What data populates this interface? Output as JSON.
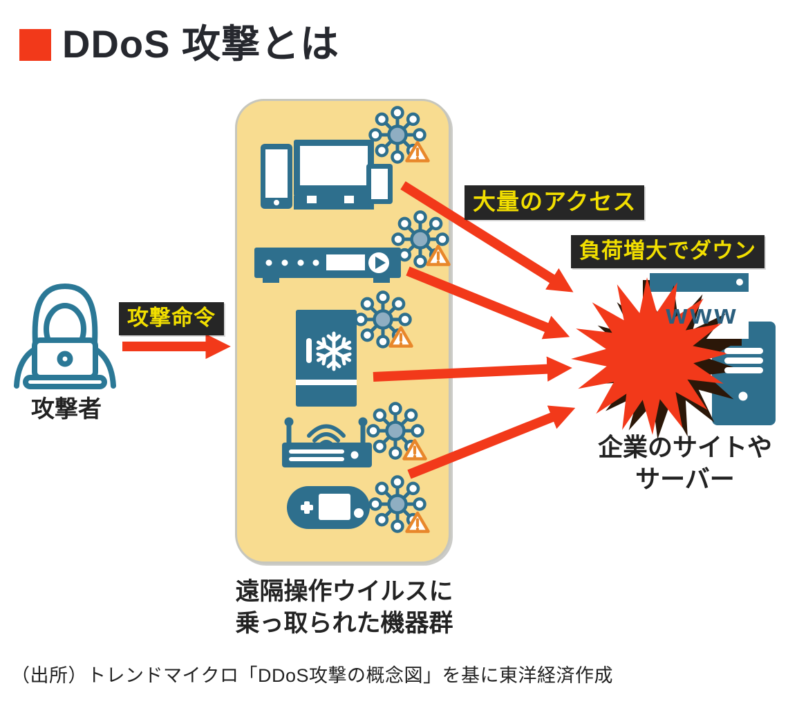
{
  "title": {
    "text": "DDoS 攻撃とは"
  },
  "attacker": {
    "label": "攻撃者",
    "icon": "hooded-hacker-laptop-icon"
  },
  "labels": {
    "command": "攻撃命令",
    "mass_access": "大量のアクセス",
    "overload_down": "負荷増大でダウン"
  },
  "panel": {
    "caption_line1": "遠隔操作ウイルスに",
    "caption_line2": "乗っ取られた機器群",
    "device_icons": [
      "desktop-monitors-icon",
      "media-player-icon",
      "refrigerator-icon",
      "wifi-router-icon",
      "game-console-icon"
    ],
    "status_icons": [
      "virus-icon",
      "warning-icon"
    ]
  },
  "target": {
    "www": "www",
    "caption_line1": "企業のサイトや",
    "caption_line2": "サーバー",
    "icons": [
      "browser-window-icon",
      "server-icon",
      "explosion-burst"
    ]
  },
  "source_note": "（出所）トレンドマイクロ「DDoS攻撃の概念図」を基に東洋経済作成",
  "colors": {
    "accent_red": "#F2391A",
    "device_teal": "#2E6F8D",
    "panel_yellow": "#F8DC90",
    "label_bg": "#262626",
    "label_text": "#F2DF00",
    "warning_orange": "#E8872B",
    "virus_core": "#8FAEC2",
    "burst_shadow": "#2B1708",
    "text": "#222222"
  }
}
